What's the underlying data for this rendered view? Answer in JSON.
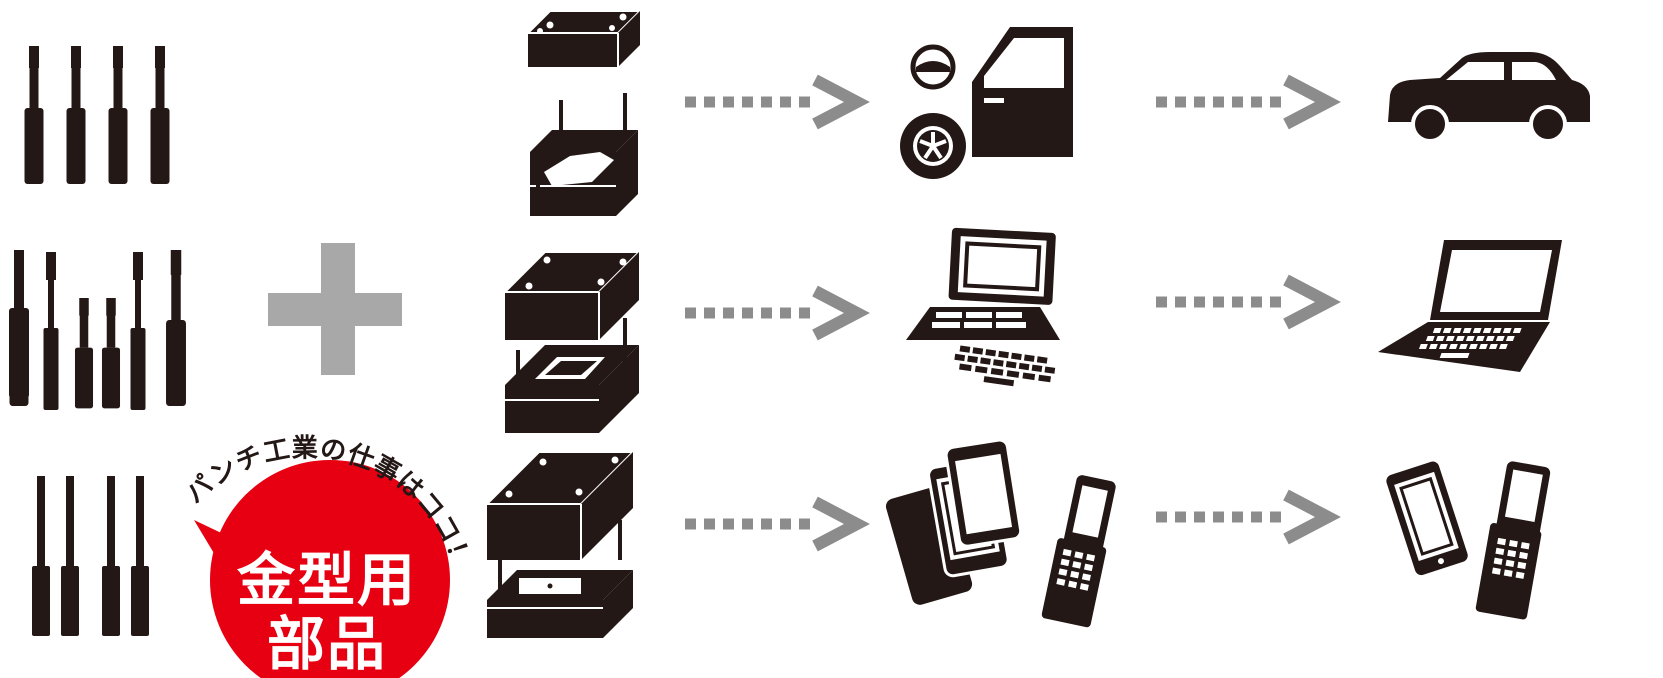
{
  "badge": {
    "tagline": "パンチ工業の仕事はココ！",
    "title_line1": "金型用",
    "title_line2": "部品"
  },
  "colors": {
    "ink": "#231815",
    "arrow": "#8c8c8c",
    "plus": "#a8a8a8",
    "badge": "#e60012"
  },
  "flow": {
    "rows": [
      {
        "stage2": "car-parts-icon",
        "stage3": "car-icon"
      },
      {
        "stage2": "laptop-parts-icon",
        "stage3": "laptop-icon"
      },
      {
        "stage2": "phone-parts-icon",
        "stage3": "phone-icon"
      }
    ]
  }
}
